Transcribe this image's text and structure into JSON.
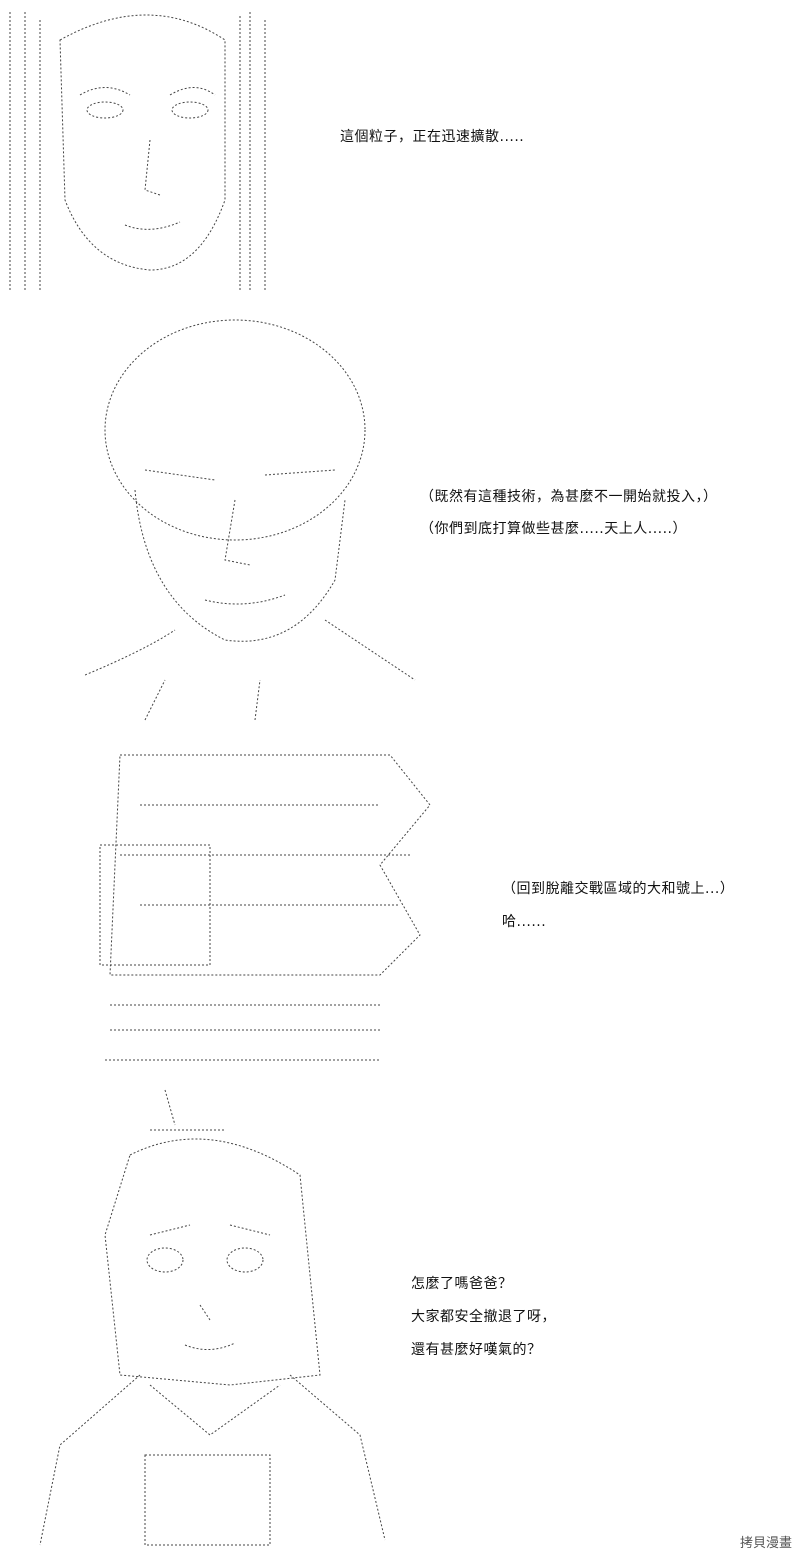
{
  "panels": [
    {
      "lines": [
        "這個粒子，正在迅速擴散....."
      ]
    },
    {
      "lines": [
        "（既然有這種技術，為甚麼不一開始就投入，）",
        "（你們到底打算做些甚麼.....天上人.....）"
      ]
    },
    {
      "lines": [
        "（回到脫離交戰區域的大和號上...）",
        "哈......"
      ]
    },
    {
      "lines": [
        "怎麼了嗎爸爸？",
        "大家都安全撤退了呀，",
        "還有甚麼好嘆氣的？"
      ]
    }
  ],
  "watermark": "拷貝漫畫"
}
